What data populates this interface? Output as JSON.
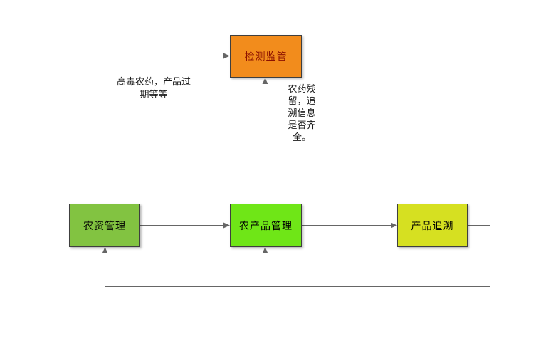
{
  "diagram": {
    "title": "",
    "nodes": [
      {
        "id": "jiance",
        "label": "检测监管",
        "fill": "#f28c1c",
        "text_color": "#8b1000"
      },
      {
        "id": "nongzi",
        "label": "农资管理",
        "fill": "#82c341",
        "text_color": "#000000"
      },
      {
        "id": "nongchanpin",
        "label": "农产品管理",
        "fill": "#6fe617",
        "text_color": "#000000"
      },
      {
        "id": "chanpin",
        "label": "产品追溯",
        "fill": "#d6e021",
        "text_color": "#000000"
      }
    ],
    "edge_labels": [
      {
        "text": "高毒农药，产品过期等等",
        "lines": [
          "高毒农药，产品过",
          "期等等"
        ]
      },
      {
        "text": "农药残留，追溯信息是否齐全。",
        "lines": [
          "农药残",
          "留，追",
          "溯信息",
          "是否齐",
          "全。"
        ]
      }
    ],
    "edges": [
      {
        "from": "农资管理",
        "to": "检测监管",
        "label": "高毒农药，产品过期等等"
      },
      {
        "from": "农产品管理",
        "to": "检测监管",
        "label": "农药残留，追溯信息是否齐全。"
      },
      {
        "from": "农资管理",
        "to": "农产品管理",
        "label": ""
      },
      {
        "from": "农产品管理",
        "to": "产品追溯",
        "label": ""
      },
      {
        "from": "产品追溯",
        "to": "农资管理",
        "label": ""
      },
      {
        "from": "产品追溯",
        "to": "农产品管理",
        "label": ""
      }
    ],
    "colors": {
      "background": "#ffffff",
      "connector": "#666666",
      "node_border": "#3f3f3f"
    }
  }
}
